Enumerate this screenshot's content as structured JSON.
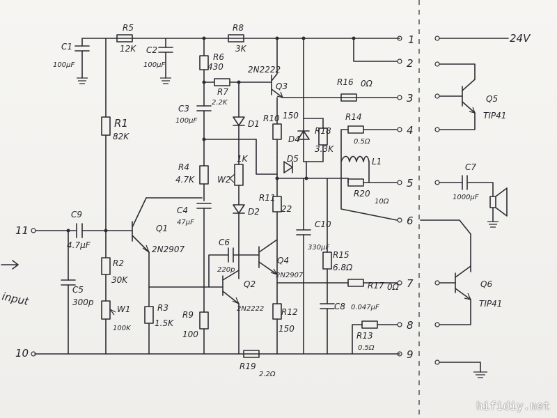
{
  "supply": "24V",
  "watermark": "hifidiy.net",
  "input": {
    "label": "input",
    "terminal_11": "11",
    "terminal_10": "10"
  },
  "terminals": [
    "1",
    "2",
    "3",
    "4",
    "5",
    "6",
    "7",
    "8",
    "9"
  ],
  "components": {
    "C1": {
      "ref": "C1",
      "value": "100μF"
    },
    "R5": {
      "ref": "R5",
      "value": "12K"
    },
    "C2": {
      "ref": "C2",
      "value": "100μF"
    },
    "R8": {
      "ref": "R8",
      "value": "3K"
    },
    "R6": {
      "ref": "R6",
      "value": "430"
    },
    "R7": {
      "ref": "R7",
      "value": "2.2K"
    },
    "Q3": {
      "ref": "Q3",
      "value": "2N2222"
    },
    "R16": {
      "ref": "R16",
      "value": "0Ω"
    },
    "C3": {
      "ref": "C3",
      "value": "100μF"
    },
    "R1": {
      "ref": "R1",
      "value": "82K"
    },
    "D1": {
      "ref": "D1"
    },
    "R10": {
      "ref": "R10",
      "value": "150"
    },
    "D4": {
      "ref": "D4"
    },
    "R18": {
      "ref": "R18",
      "value": "3.3K"
    },
    "R14": {
      "ref": "R14",
      "value": "0.5Ω"
    },
    "L1": {
      "ref": "L1"
    },
    "R20": {
      "ref": "R20",
      "value": "10Ω"
    },
    "D5": {
      "ref": "D5"
    },
    "R4": {
      "ref": "R4",
      "value": "4.7K"
    },
    "W2": {
      "ref": "W2",
      "value": "1K"
    },
    "R11": {
      "ref": "R11",
      "value": "22"
    },
    "C4": {
      "ref": "C4",
      "value": "47μF"
    },
    "D2": {
      "ref": "D2"
    },
    "C10": {
      "ref": "C10",
      "value": "330μF"
    },
    "C9": {
      "ref": "C9",
      "value": "4.7μF"
    },
    "Q1": {
      "ref": "Q1",
      "value": "2N2907"
    },
    "C6": {
      "ref": "C6",
      "value": "220p"
    },
    "Q4": {
      "ref": "Q4",
      "value": "2N2907"
    },
    "R15": {
      "ref": "R15",
      "value": "6.8Ω"
    },
    "R2": {
      "ref": "R2",
      "value": "30K"
    },
    "C5": {
      "ref": "C5",
      "value": "300p"
    },
    "Q2": {
      "ref": "Q2",
      "value": "2N2222"
    },
    "R17": {
      "ref": "R17",
      "value": "0Ω"
    },
    "W1": {
      "ref": "W1",
      "value": "100K"
    },
    "R3": {
      "ref": "R3",
      "value": "1.5K"
    },
    "R9": {
      "ref": "R9",
      "value": "100"
    },
    "R12": {
      "ref": "R12",
      "value": "150"
    },
    "C8": {
      "ref": "C8",
      "value": "0.047μF"
    },
    "R13": {
      "ref": "R13",
      "value": "0.5Ω"
    },
    "R19": {
      "ref": "R19",
      "value": "2.2Ω"
    },
    "C7": {
      "ref": "C7",
      "value": "1000μF"
    },
    "Q5": {
      "ref": "Q5",
      "value": "TIP41"
    },
    "Q6": {
      "ref": "Q6",
      "value": "TIP41"
    }
  }
}
